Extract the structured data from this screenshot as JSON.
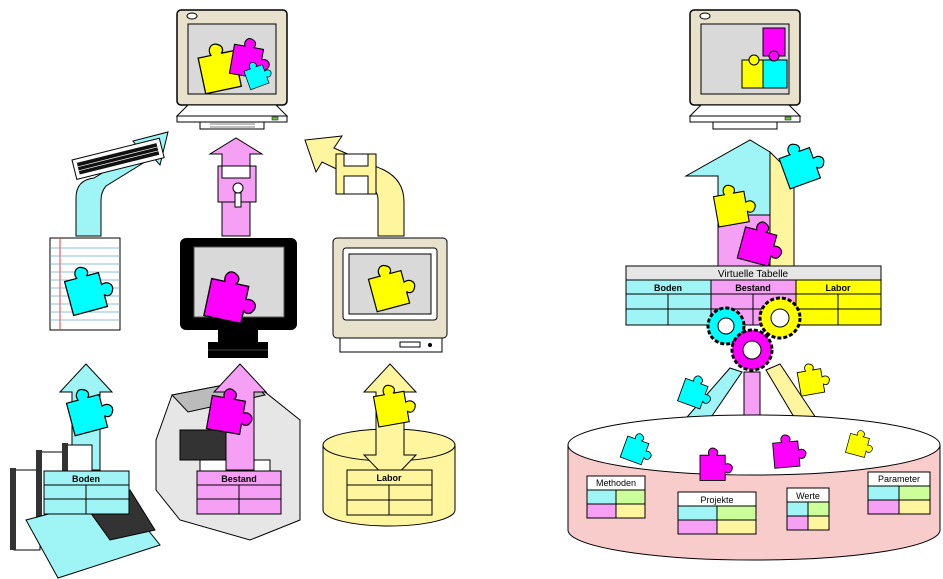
{
  "left": {
    "boden": "Boden",
    "bestand": "Bestand",
    "labor": "Labor"
  },
  "right": {
    "virtual_table_title": "Virtuelle Tabelle",
    "vt_columns": [
      "Boden",
      "Bestand",
      "Labor"
    ],
    "db_tables": {
      "methoden": "Methoden",
      "projekte": "Projekte",
      "werte": "Werte",
      "parameter": "Parameter"
    }
  },
  "colors": {
    "cyan": "#9ff5f5",
    "pink": "#f59ff5",
    "yellow": "#fff59f",
    "magenta": "#ff00ff",
    "puzzle_cyan": "#00ffff",
    "puzzle_yellow": "#ffff00",
    "db_pink": "#f9cccc",
    "green": "#ccff99"
  }
}
